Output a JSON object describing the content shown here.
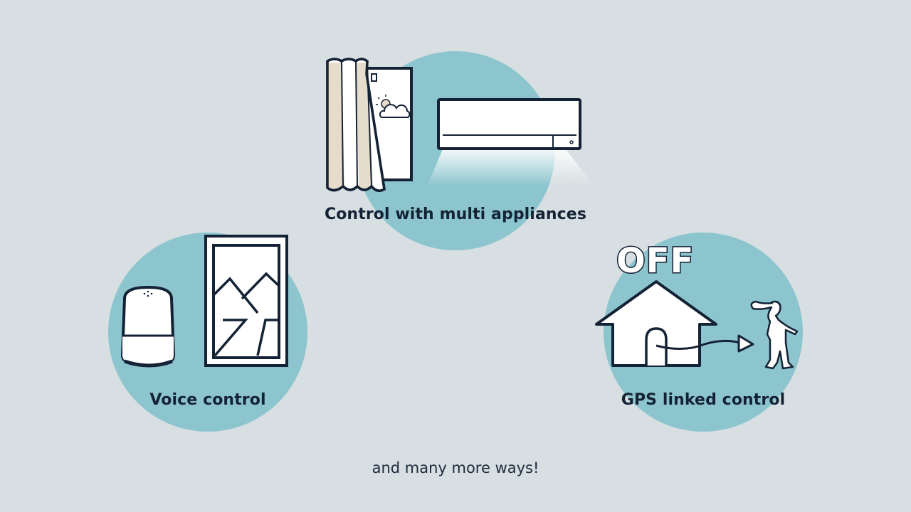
{
  "features": {
    "multi_appliances": {
      "label": "Control with multi appliances"
    },
    "voice": {
      "label": "Voice control"
    },
    "gps": {
      "label": "GPS linked control",
      "status_text": "OFF"
    }
  },
  "footer": {
    "text": "and many more ways!"
  },
  "colors": {
    "background": "#d7dfe2",
    "circle": "#8cc5cd",
    "outline": "#142235",
    "curtain_accent": "#e6dccb",
    "text": "#142235"
  }
}
